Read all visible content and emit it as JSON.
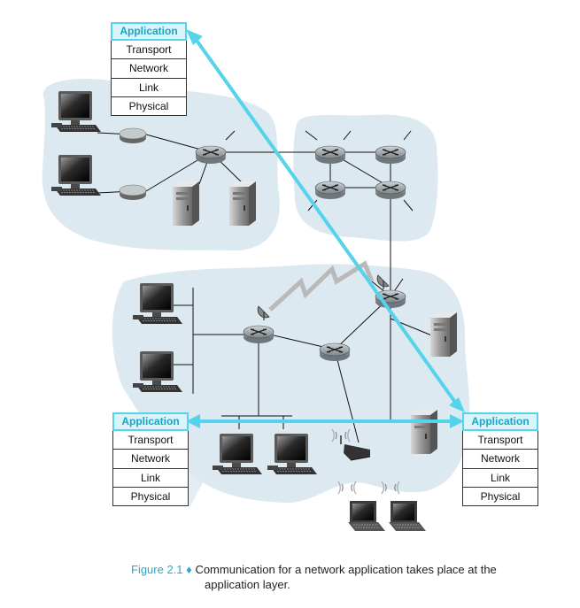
{
  "stacks": {
    "top_left": {
      "layers": [
        "Application",
        "Transport",
        "Network",
        "Link",
        "Physical"
      ]
    },
    "bottom_left": {
      "layers": [
        "Application",
        "Transport",
        "Network",
        "Link",
        "Physical"
      ]
    },
    "bottom_right": {
      "layers": [
        "Application",
        "Transport",
        "Network",
        "Link",
        "Physical"
      ]
    }
  },
  "caption": {
    "figure_label": "Figure 2.1",
    "bullet": "♦",
    "line1": "Communication for a network application takes place at the",
    "line2": "application layer."
  },
  "colors": {
    "accent": "#55d3ea",
    "cloud": "#dde9f1",
    "router": "#9aa3a8"
  },
  "icons": [
    "desktop-computer-icon",
    "router-icon",
    "server-icon",
    "hub-icon",
    "satellite-dish-icon",
    "wireless-base-station-icon",
    "laptop-icon"
  ]
}
